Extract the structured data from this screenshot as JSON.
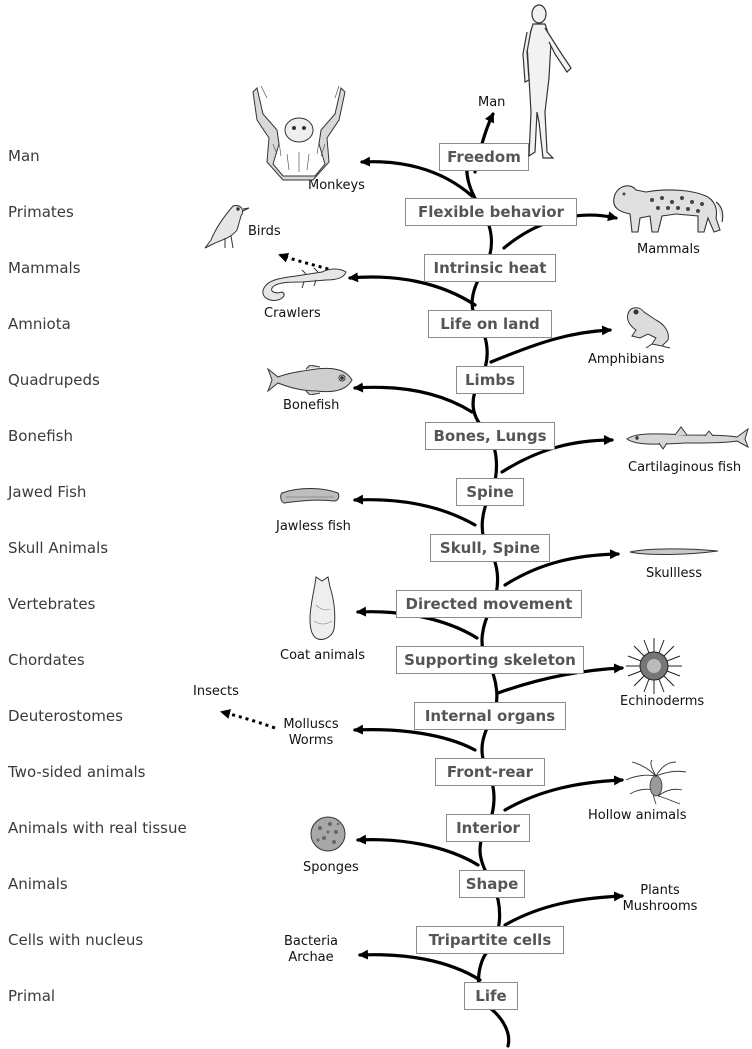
{
  "levels": {
    "man": "Man",
    "primates": "Primates",
    "mammals": "Mammals",
    "amniota": "Amniota",
    "quadrupeds": "Quadrupeds",
    "bonefish": "Bonefish",
    "jawed_fish": "Jawed Fish",
    "skull_animals": "Skull Animals",
    "vertebrates": "Vertebrates",
    "chordates": "Chordates",
    "deuterostomes": "Deuterostomes",
    "two_sided": "Two-sided animals",
    "real_tissue": "Animals with real tissue",
    "animals": "Animals",
    "cells_nucleus": "Cells with nucleus",
    "primal": "Primal"
  },
  "nodes": {
    "freedom": "Freedom",
    "flexible_behavior": "Flexible behavior",
    "intrinsic_heat": "Intrinsic heat",
    "life_on_land": "Life on land",
    "limbs": "Limbs",
    "bones_lungs": "Bones, Lungs",
    "spine_upper": "Spine",
    "skull_spine": "Skull, Spine",
    "directed_movement": "Directed movement",
    "supporting_skeleton": "Supporting skeleton",
    "internal_organs": "Internal organs",
    "front_rear": "Front-rear",
    "interior": "Interior",
    "shape": "Shape",
    "tripartite_cells": "Tripartite cells",
    "life": "Life"
  },
  "branches": {
    "man": "Man",
    "monkeys": "Monkeys",
    "birds": "Birds",
    "mammals": "Mammals",
    "crawlers": "Crawlers",
    "amphibians": "Amphibians",
    "bonefish": "Bonefish",
    "cartilaginous_fish": "Cartilaginous fish",
    "jawless_fish": "Jawless fish",
    "skullless": "Skullless",
    "coat_animals": "Coat animals",
    "echinoderms": "Echinoderms",
    "insects": "Insects",
    "molluscs": "Molluscs",
    "worms": "Worms",
    "hollow_animals": "Hollow animals",
    "sponges": "Sponges",
    "plants": "Plants",
    "mushrooms": "Mushrooms",
    "bacteria": "Bacteria",
    "archae": "Archae"
  },
  "icons": {
    "man": "human-figure-icon",
    "monkeys": "orangutan-icon",
    "birds": "bird-icon",
    "mammals": "leopard-icon",
    "crawlers": "lizard-icon",
    "amphibians": "frog-icon",
    "bonefish": "fish-icon",
    "cartilaginous_fish": "shark-icon",
    "jawless_fish": "lamprey-icon",
    "skullless": "lancelet-icon",
    "coat_animals": "tunicate-icon",
    "echinoderms": "sea-urchin-icon",
    "hollow_animals": "hydra-icon",
    "sponges": "sponge-icon"
  },
  "colors": {
    "trunk": "#000000",
    "node_border": "#8c8c8c",
    "node_text": "#555555",
    "level_text": "#3a3a3a",
    "branch_text": "#111111"
  }
}
